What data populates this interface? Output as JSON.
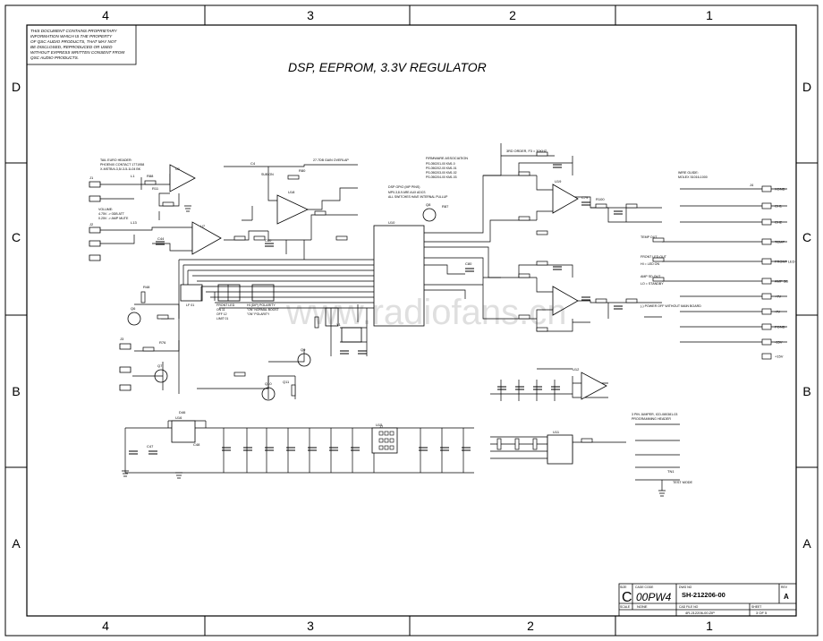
{
  "frame": {
    "columns_top": [
      "4",
      "3",
      "2",
      "1"
    ],
    "columns_bottom": [
      "4",
      "3",
      "2",
      "1"
    ],
    "rows_left": [
      "D",
      "C",
      "B",
      "A"
    ],
    "rows_right": [
      "D",
      "C",
      "B",
      "A"
    ]
  },
  "notice": [
    "THIS DOCUMENT CONTAINS PROPRIETARY",
    "INFORMATION WHICH IS THE PROPERTY",
    "OF QSC AUDIO PRODUCTS, THAT MAY NOT",
    "BE DISCLOSED, REPRODUCED OR USED",
    "WITHOUT EXPRESS WRITTEN CONSENT FROM",
    "QSC AUDIO PRODUCTS."
  ],
  "title": "DSP, EEPROM, 3.3V REGULATOR",
  "watermark": "www.radiofans.cn",
  "notes": {
    "filter_order": "3RD ORDER, F3 = 30KHZ",
    "firmware_title": "FIRMWARE ASSOCIATION",
    "firmware_lines": [
      "PS-050201-00 KM1.0",
      "PS-050202-00 KM1.01",
      "PS-050203-00 KM1.02",
      "PS-050204-00 KM1.03"
    ],
    "gpio_title": "DSP GPIO (MP PINS)",
    "gpio_lines": [
      "MP0-3,8-9 ARE AUX ADCS",
      "ALL SWITCHES HAVE INTERNAL PULLUP"
    ],
    "wire_guide": [
      "WIRE GUIDE:",
      "MOLEX 51016-1000"
    ],
    "tail_header": [
      "TAIL EURO HEADER:",
      "PHOENIX CONTACT 1771958",
      "X-MSTB/4-3,5/-3-5-1L04 BK"
    ],
    "volume": [
      "VOLUME:",
      "4.75V -> 0DB ATT",
      "0.25V -> AMP MUTE"
    ],
    "gain": "27.7DB GAIN OVERLAP",
    "power_note": "(-) POWER OFF WITHOUT MAIN BOARD",
    "jumper": [
      "3 PIN JUMPER, ICD-080381-03",
      "PROGRAMMING HEADER"
    ],
    "test_mode": "TEST MODE",
    "hi_polarity": [
      "HI (DIP) POLARITY",
      "\"ON\"  NORMAL BOOST",
      "\"ON\"  POLARITY"
    ],
    "front_led": [
      "FRONT LED",
      "ON  11",
      "OFF 12",
      "LIMIT  01"
    ],
    "sub_lf": [
      "SUB ON",
      "LF 01"
    ]
  },
  "connectors": [
    "XGND",
    "CH1",
    "CH2",
    "TEMP",
    "FRONT LED",
    "AMP SD",
    "+7V",
    "-7V",
    "PGND",
    "-15V",
    "+15V"
  ],
  "connector_notes": [
    "TEMP OUT",
    "FRONT LED OUT",
    "HI = LED ON",
    "AMP SD OUT",
    "LO = STANDBY"
  ],
  "ref_labels": [
    "U1",
    "U7",
    "U10",
    "U11",
    "U12",
    "U15",
    "U16",
    "U18",
    "U19",
    "Q6",
    "Q7",
    "Q8",
    "Q9",
    "Q10",
    "Q11",
    "D46",
    "R11",
    "R48",
    "R76",
    "R80",
    "R87",
    "R88",
    "R100",
    "C4",
    "C44",
    "C47",
    "C48",
    "C60",
    "C79",
    "C80",
    "L1",
    "L13",
    "J1",
    "J2",
    "J3",
    "J4",
    "J7",
    "Y1",
    "TN1"
  ],
  "title_block": {
    "size_label": "SIZE",
    "size": "C",
    "cage_label": "CAGE CODE",
    "cage": "00PW4",
    "dwg_label": "DWG NO",
    "dwg": "SH-212206-00",
    "rev_label": "REV",
    "rev": "A",
    "scale_label": "SCALE",
    "scale": "NONE",
    "cad_label": "CAD FILE NO",
    "cad": "4R-212206-00.ZIP",
    "sheet_label": "SHEET",
    "sheet": "3 OF 5"
  }
}
